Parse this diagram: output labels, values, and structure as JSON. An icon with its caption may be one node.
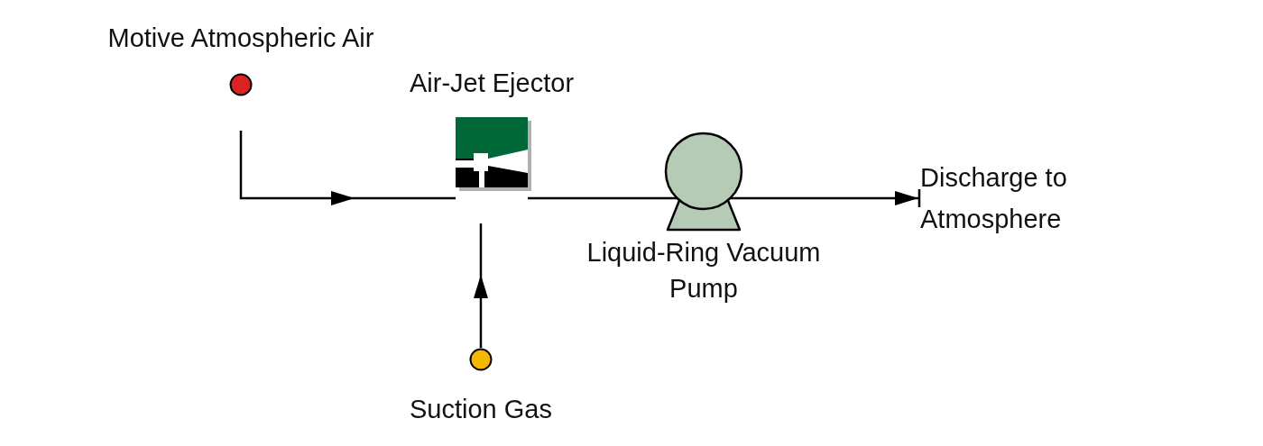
{
  "diagram": {
    "nodes": [
      {
        "text": [
          "Motive Atmospheric Air"
        ]
      },
      {
        "text": [
          "Air-Jet Ejector"
        ]
      },
      {
        "text": [
          "Liquid-Ring Vacuum Pump"
        ]
      },
      {
        "text": [
          "Suction Gas"
        ]
      },
      {
        "text": [
          "Discharge to Atmosphere"
        ]
      }
    ],
    "edges": [
      {
        "from": 0,
        "to": 1,
        "arrow": "to"
      },
      {
        "from": 3,
        "to": 1,
        "arrow": "to"
      },
      {
        "from": 1,
        "to": 2,
        "arrow": "none"
      },
      {
        "from": 2,
        "to": 4,
        "arrow": "to"
      }
    ]
  }
}
